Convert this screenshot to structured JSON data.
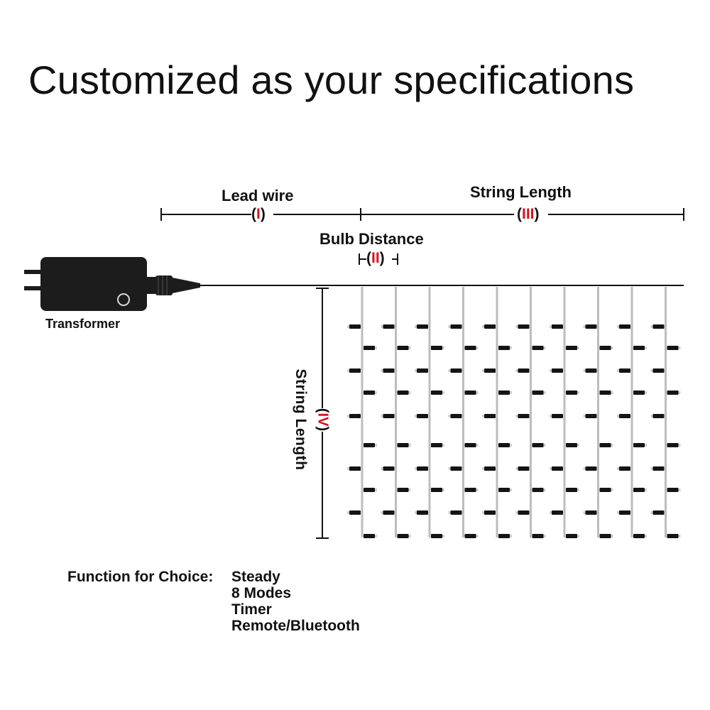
{
  "title": "Customized as your specifications",
  "dimensions": {
    "lead_wire": {
      "label": "Lead wire",
      "marker": "I"
    },
    "string_length_horizontal": {
      "label": "String Length",
      "marker": "III"
    },
    "bulb_distance": {
      "label": "Bulb Distance",
      "marker": "II"
    },
    "string_length_vertical": {
      "label": "String Length",
      "marker": "IV"
    }
  },
  "transformer": {
    "label": "Transformer",
    "icon": "power-adapter-icon"
  },
  "functions": {
    "label": "Function for Choice:",
    "options": [
      "Steady",
      "8 Modes",
      "Timer",
      "Remote/Bluetooth"
    ]
  },
  "colors": {
    "marker_red": "#d8121e",
    "line": "#111111",
    "strand": "#bdbdbd",
    "transformer": "#1c1c1c"
  }
}
